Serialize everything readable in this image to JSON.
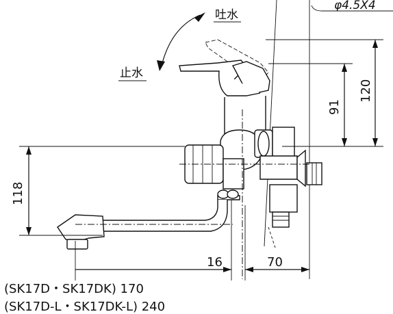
{
  "labels": {
    "spout_on": "吐水",
    "spout_off": "止水",
    "top_note": "φ4.5X4"
  },
  "dimensions": {
    "d91": "91",
    "d120": "120",
    "d118": "118",
    "d16": "16",
    "d70": "70"
  },
  "models": {
    "line1": "(SK17D・SK17DK) 170",
    "line2": "(SK17D-L・SK17DK-L)  240"
  }
}
